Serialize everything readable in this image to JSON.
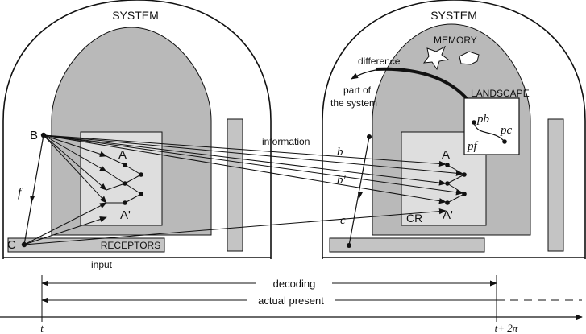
{
  "colors": {
    "outer_fill": "#ffffff",
    "dome_fill": "#b9b9b9",
    "inner_box_fill": "#dedede",
    "bar_fill": "#c4c4c4",
    "stroke": "#111111"
  },
  "left_system": {
    "title": "SYSTEM",
    "receptors_label": "RECEPTORS",
    "input_label": "input",
    "point_b": "B",
    "point_c": "C",
    "arrow_f": "f",
    "node_a": "A",
    "node_a_prime": "A'"
  },
  "right_system": {
    "title": "SYSTEM",
    "memory_label": "MEMORY",
    "difference_label": "difference",
    "part_of_system_line1": "part of",
    "part_of_system_line2": "the system",
    "landscape_label": "LANDSCAPE",
    "pb_label": "pb",
    "pc_label": "pc",
    "pf_label": "pf",
    "cr_label": "CR",
    "node_a": "A",
    "node_a_prime": "A'",
    "label_b": "b",
    "label_b_prime": "b'",
    "label_c": "c"
  },
  "information_label": "information",
  "timeline": {
    "decoding_label": "decoding",
    "actual_present_label": "actual present",
    "t_label": "t",
    "t_plus_label": "t+ 2π"
  }
}
